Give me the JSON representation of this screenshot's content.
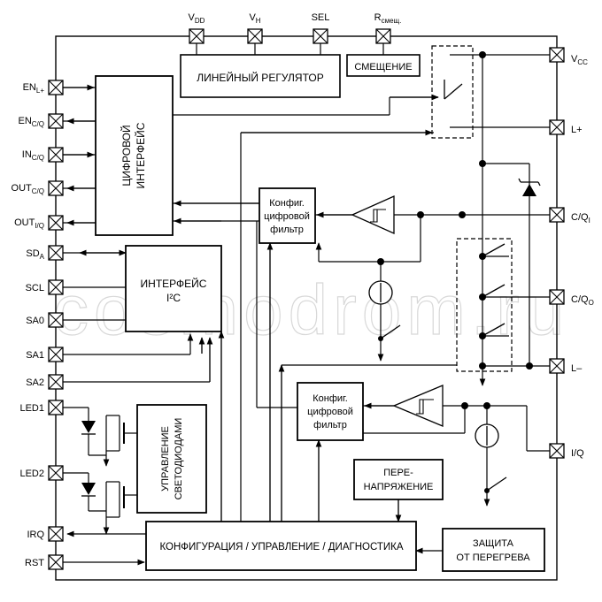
{
  "pins": {
    "vdd": {
      "main": "V",
      "sub": "DD"
    },
    "vh": {
      "main": "V",
      "sub": "H"
    },
    "sel": {
      "main": "SEL"
    },
    "rbias": {
      "main": "R",
      "sub": "смещ."
    },
    "vcc": {
      "main": "V",
      "sub": "CC"
    },
    "lplus": {
      "main": "L+"
    },
    "cqi": {
      "main": "C/Q",
      "sub": "I"
    },
    "cqo": {
      "main": "C/Q",
      "sub": "O"
    },
    "lminus": {
      "main": "L–"
    },
    "iq": {
      "main": "I/Q"
    },
    "en_lplus": {
      "main": "EN",
      "sub": "L+"
    },
    "en_cq": {
      "main": "EN",
      "sub": "C/Q"
    },
    "in_cq": {
      "main": "IN",
      "sub": "C/Q"
    },
    "out_cq": {
      "main": "OUT",
      "sub": "C/Q"
    },
    "out_iq": {
      "main": "OUT",
      "sub": "I/Q"
    },
    "sda": {
      "main": "SD",
      "sub": "A"
    },
    "scl": {
      "main": "SCL"
    },
    "sa0": {
      "main": "SA0"
    },
    "sa1": {
      "main": "SA1"
    },
    "sa2": {
      "main": "SA2"
    },
    "led1": {
      "main": "LED1"
    },
    "led2": {
      "main": "LED2"
    },
    "irq": {
      "main": "IRQ"
    },
    "rst": {
      "main": "RST"
    }
  },
  "blocks": {
    "linear_regulator": "ЛИНЕЙНЫЙ  РЕГУЛЯТОР",
    "bias": "СМЕЩЕНИЕ",
    "digital_interface": [
      "ЦИФРОВОЙ",
      "ИНТЕРФЕЙС"
    ],
    "i2c_interface": [
      "ИНТЕРФЕЙС",
      "I²C"
    ],
    "digital_filter_top": [
      "Конфиг.",
      "цифровой",
      "фильтр"
    ],
    "digital_filter_bottom": [
      "Конфиг.",
      "цифровой",
      "фильтр"
    ],
    "led_control": [
      "УПРАВЛЕНИЕ",
      "СВЕТОДИОДАМИ"
    ],
    "overvoltage": [
      "ПЕРЕ-",
      "НАПРЯЖЕНИЕ"
    ],
    "config_control": "КОНФИГУРАЦИЯ / УПРАВЛЕНИЕ / ДИАГНОСТИКА",
    "thermal": [
      "ЗАЩИТА",
      "ОТ ПЕРЕГРЕВА"
    ]
  },
  "watermark": "cosmodrom.ru"
}
